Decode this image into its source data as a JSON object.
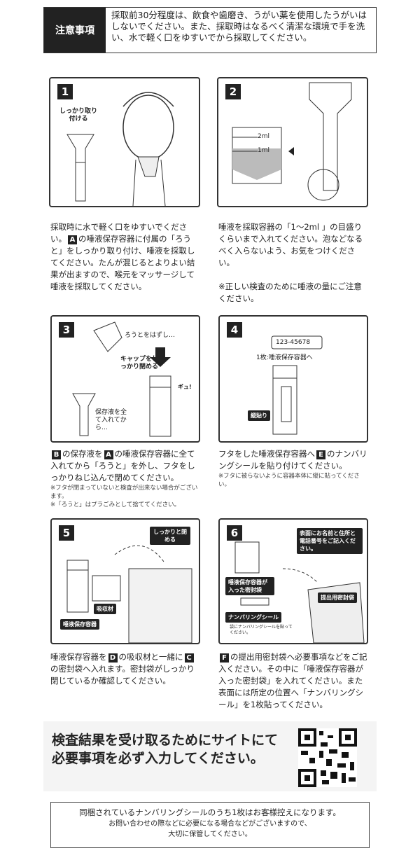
{
  "notice": {
    "label": "注意事項",
    "text": "採取前30分程度は、飲食や歯磨き、うがい薬を使用したうがいはしないでください。また、採取時はなるべく清潔な環境で手を洗い、水で軽く口をゆすいでから採取してください。"
  },
  "steps": [
    {
      "num": "1",
      "labels": [
        "しっかり取り付ける"
      ],
      "desc_pre": "採取時に水で軽く口をゆすいでください。",
      "badge": "A",
      "desc_post": "の唾液保存容器に付属の「ろうと」をしっかり取り付け、唾液を採取してください。たんが混じるとよりよい結果が出ますので、喉元をマッサージして唾液を採取してください。",
      "notes": []
    },
    {
      "num": "2",
      "labels": [
        "2ml",
        "1ml"
      ],
      "desc_pre": "唾液を採取容器の「1～2ml 」の目盛りくらいまで入れてください。泡などなるべく入らないよう、お気をつけください。",
      "badge": "",
      "desc_post": "",
      "notes": [
        "※正しい検査のために唾液の量にご注意ください。"
      ]
    },
    {
      "num": "3",
      "labels": [
        "ろうとをはずし…",
        "キャップをしっかり閉める",
        "保存液を全て入れてから…",
        "ギュ!"
      ],
      "desc_pre": "",
      "badge": "B",
      "desc_mid": "の保存液を",
      "badge2": "A",
      "desc_post": "の唾液保存容器に全て入れてから「ろうと」を外し、フタをしっかりねじ込んで閉めてください。",
      "notes": [
        "※フタが閉まっていないと検査が出来ない場合がございます。",
        "※「ろうと」はプラごみとして捨ててください。"
      ]
    },
    {
      "num": "4",
      "labels": [
        "123-45678",
        "1枚:唾液保存容器へ",
        "縦貼り"
      ],
      "desc_pre": "フタをした唾液保存容器へ",
      "badge": "E",
      "desc_post": "のナンバリングシールを貼り付けてください。",
      "notes": [
        "※フタに被らないように容器本体に縦に貼ってください。"
      ]
    },
    {
      "num": "5",
      "labels": [
        "しっかりと閉める",
        "吸収材",
        "唾液保存容器"
      ],
      "desc_pre": "唾液保存容器を",
      "badge": "D",
      "desc_mid": "の吸収材と一緒に",
      "badge2": "C",
      "desc_post": "の密封袋へ入れます。密封袋がしっかり閉じているか確認してください。",
      "notes": []
    },
    {
      "num": "6",
      "labels": [
        "表面にお名前と住所と電話番号をご記入ください。",
        "唾液保存容器が入った密封袋",
        "ナンバリングシール",
        "袋にナンバリングシールを貼ってください。",
        "提出用密封袋"
      ],
      "desc_pre": "",
      "badge": "F",
      "desc_post": "の提出用密封袋へ必要事項などをご記入ください。その中に「唾液保存容器が入った密封袋」を入れてください。また表面には所定の位置へ「ナンバリングシール」を1枚貼ってください。",
      "notes": []
    }
  ],
  "banner": {
    "text": "検査結果を受け取るためにサイトにて必要事項を必ず入力してください。"
  },
  "footer": {
    "line1": "同梱されているナンバリングシールのうち1枚はお客様控えになります。",
    "line2": "お問い合わせの際などに必要になる場合などがございますので、",
    "line3": "大切に保管してください。"
  }
}
